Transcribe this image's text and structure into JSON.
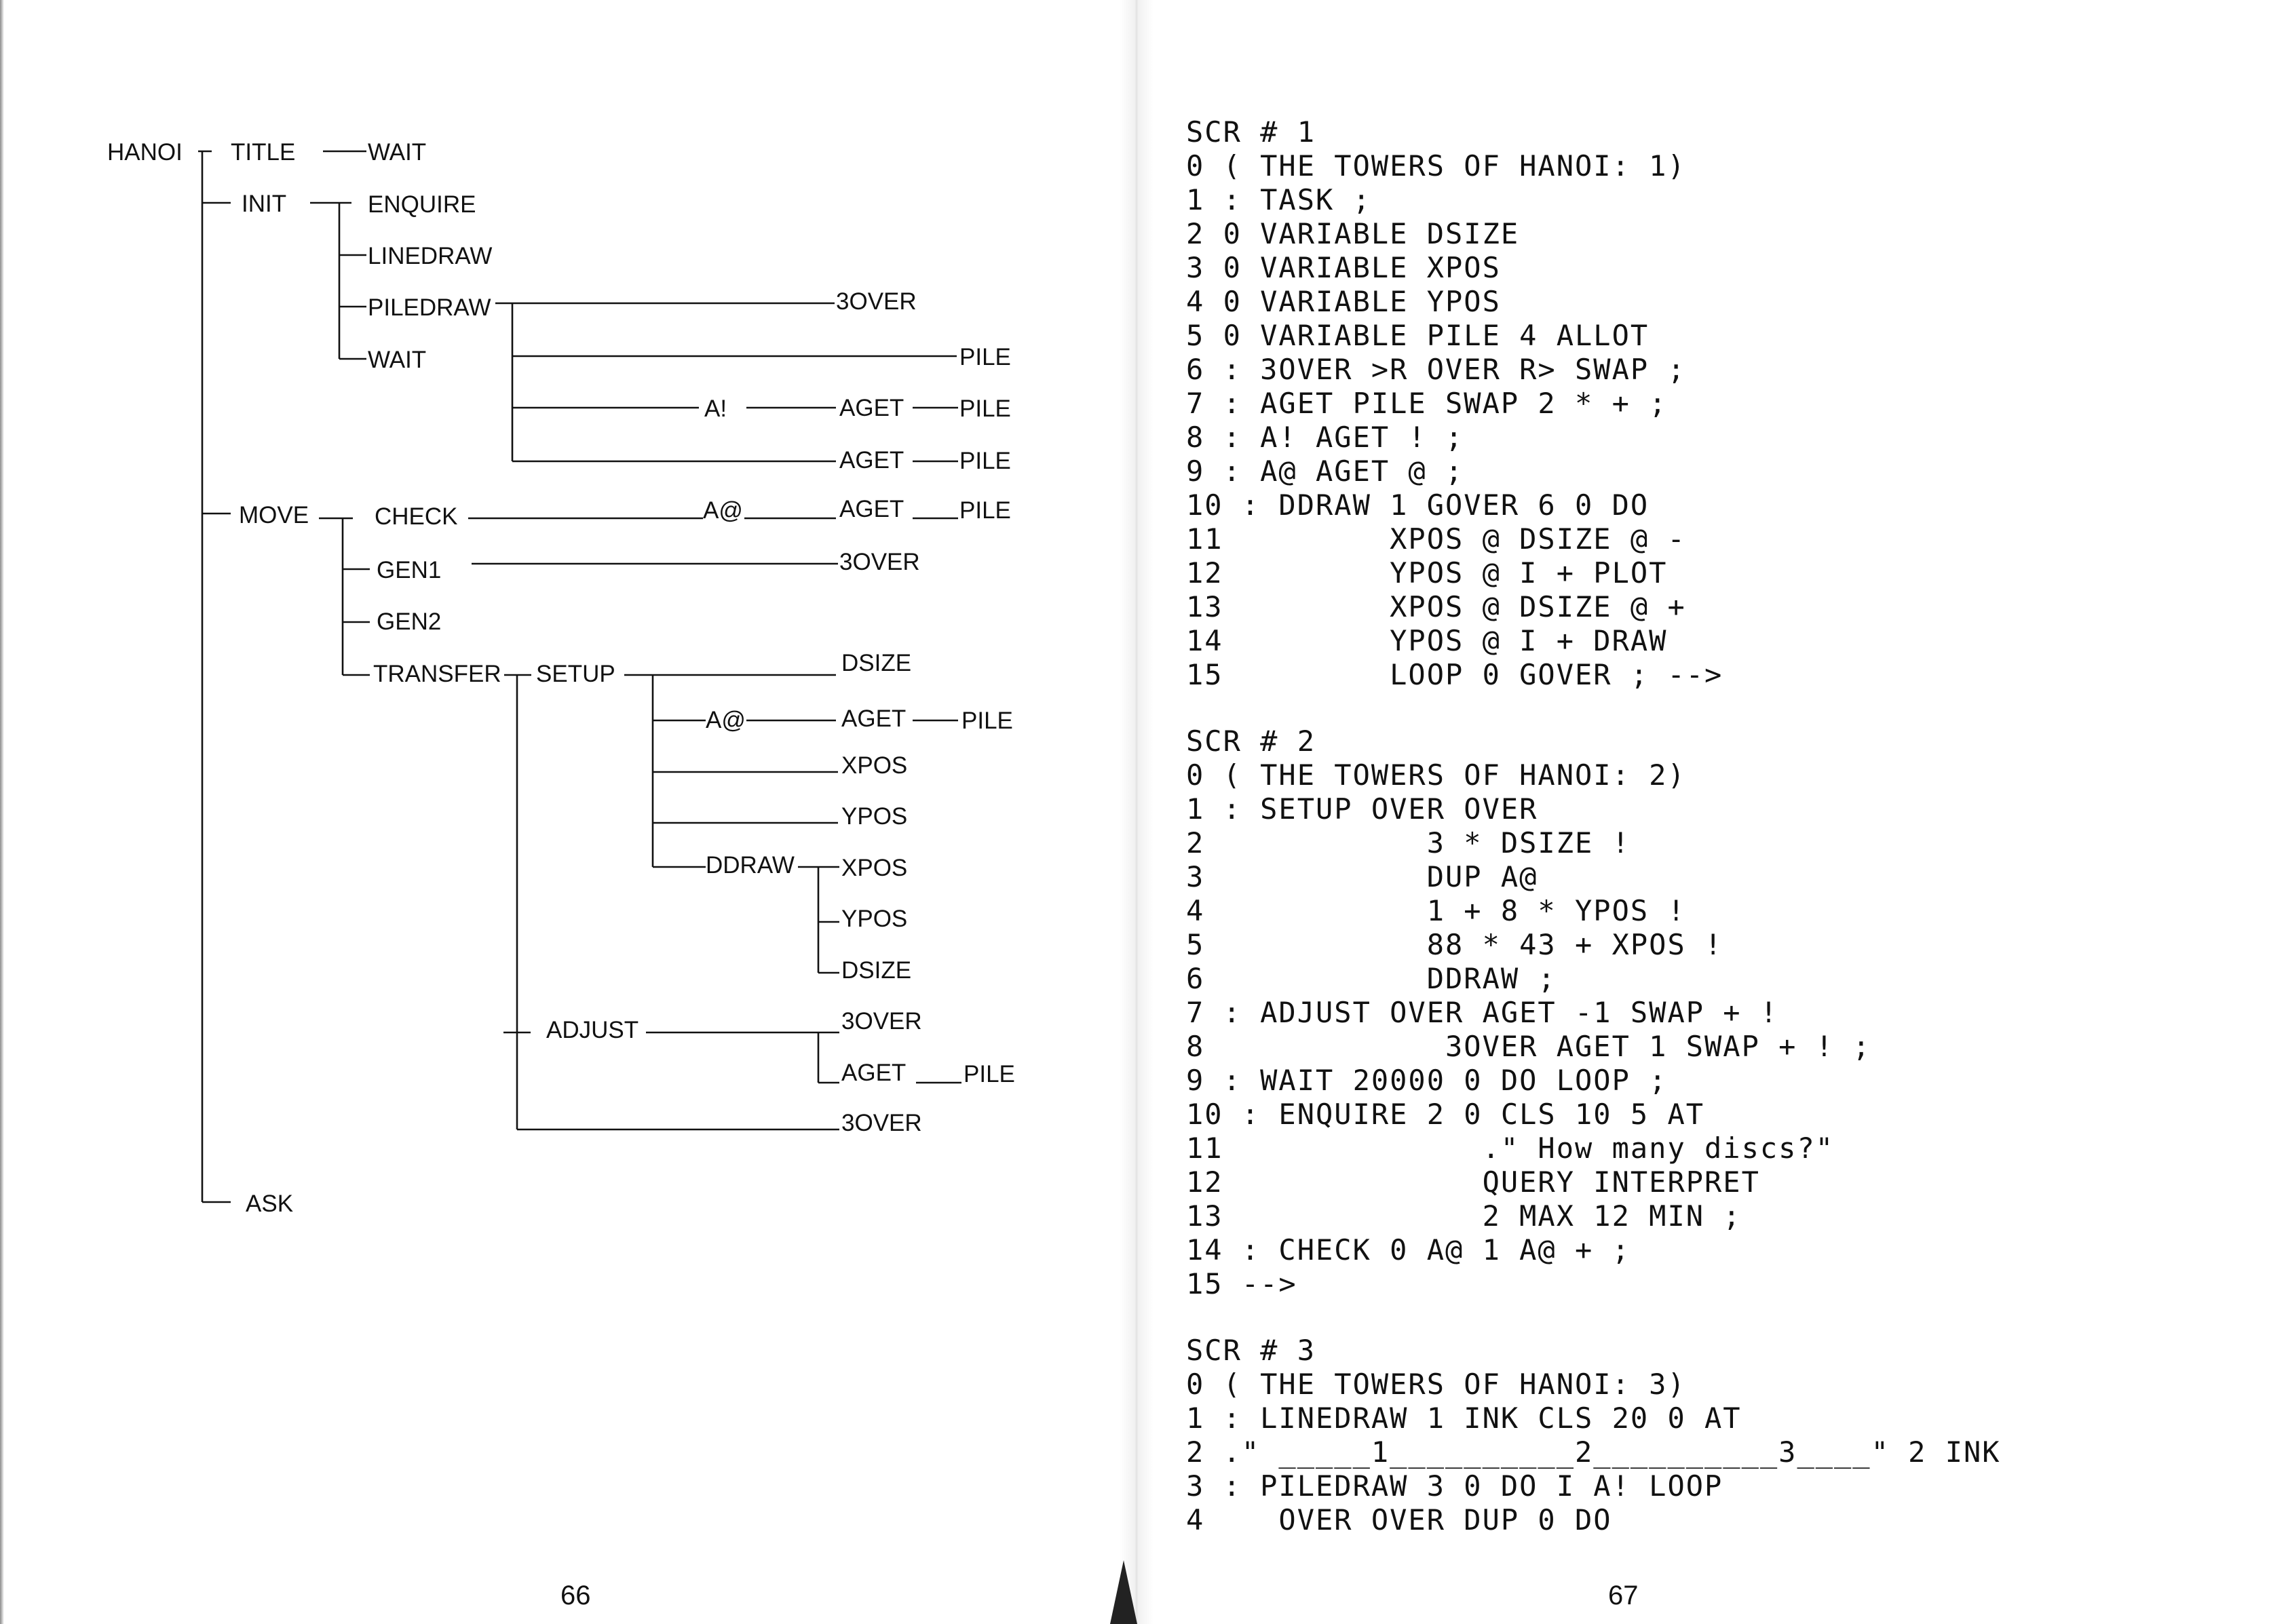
{
  "left_page": {
    "page_number": "66",
    "tree": {
      "root": "HANOI",
      "children": [
        {
          "label": "TITLE",
          "children": [
            {
              "label": "WAIT"
            }
          ]
        },
        {
          "label": "INIT",
          "children": [
            {
              "label": "ENQUIRE"
            },
            {
              "label": "LINEDRAW"
            },
            {
              "label": "PILEDRAW",
              "children": [
                {
                  "label": "3OVER"
                },
                {
                  "label": "PILE"
                },
                {
                  "label": "A!",
                  "children": [
                    {
                      "label": "AGET",
                      "children": [
                        {
                          "label": "PILE"
                        }
                      ]
                    }
                  ]
                },
                {
                  "label": "AGET",
                  "children": [
                    {
                      "label": "PILE"
                    }
                  ]
                }
              ]
            },
            {
              "label": "WAIT"
            }
          ]
        },
        {
          "label": "MOVE",
          "children": [
            {
              "label": "CHECK",
              "children": [
                {
                  "label": "A@",
                  "children": [
                    {
                      "label": "AGET",
                      "children": [
                        {
                          "label": "PILE"
                        }
                      ]
                    }
                  ]
                }
              ]
            },
            {
              "label": "GEN1",
              "children": [
                {
                  "label": "3OVER"
                }
              ]
            },
            {
              "label": "GEN2"
            },
            {
              "label": "TRANSFER",
              "children": [
                {
                  "label": "SETUP",
                  "children": [
                    {
                      "label": "DSIZE"
                    },
                    {
                      "label": "A@",
                      "children": [
                        {
                          "label": "AGET",
                          "children": [
                            {
                              "label": "PILE"
                            }
                          ]
                        }
                      ]
                    },
                    {
                      "label": "XPOS"
                    },
                    {
                      "label": "YPOS"
                    },
                    {
                      "label": "DDRAW",
                      "children": [
                        {
                          "label": "XPOS"
                        },
                        {
                          "label": "YPOS"
                        },
                        {
                          "label": "DSIZE"
                        }
                      ]
                    }
                  ]
                },
                {
                  "label": "ADJUST",
                  "children": [
                    {
                      "label": "3OVER"
                    },
                    {
                      "label": "AGET",
                      "children": [
                        {
                          "label": "PILE"
                        }
                      ]
                    }
                  ]
                },
                {
                  "label": "3OVER"
                }
              ]
            }
          ]
        },
        {
          "label": "ASK"
        }
      ]
    }
  },
  "right_page": {
    "page_number": "67",
    "screens": [
      {
        "heading": "SCR # 1",
        "lines": [
          "0 ( THE TOWERS OF HANOI: 1)",
          "1 : TASK ;",
          "2 0 VARIABLE DSIZE",
          "3 0 VARIABLE XPOS",
          "4 0 VARIABLE YPOS",
          "5 0 VARIABLE PILE 4 ALLOT",
          "6 : 3OVER >R OVER R> SWAP ;",
          "7 : AGET PILE SWAP 2 * + ;",
          "8 : A! AGET ! ;",
          "9 : A@ AGET @ ;",
          "10 : DDRAW 1 GOVER 6 0 DO",
          "11         XPOS @ DSIZE @ -",
          "12         YPOS @ I + PLOT",
          "13         XPOS @ DSIZE @ +",
          "14         YPOS @ I + DRAW",
          "15         LOOP 0 GOVER ; -->"
        ]
      },
      {
        "heading": "SCR # 2",
        "lines": [
          "0 ( THE TOWERS OF HANOI: 2)",
          "1 : SETUP OVER OVER",
          "2            3 * DSIZE !",
          "3            DUP A@",
          "4            1 + 8 * YPOS !",
          "5            88 * 43 + XPOS !",
          "6            DDRAW ;",
          "7 : ADJUST OVER AGET -1 SWAP + !",
          "8             3OVER AGET 1 SWAP + ! ;",
          "9 : WAIT 20000 0 DO LOOP ;",
          "10 : ENQUIRE 2 0 CLS 10 5 AT",
          "11              .\" How many discs?\"",
          "12              QUERY INTERPRET",
          "13              2 MAX 12 MIN ;",
          "14 : CHECK 0 A@ 1 A@ + ;",
          "15 -->"
        ]
      },
      {
        "heading": "SCR # 3",
        "lines": [
          "0 ( THE TOWERS OF HANOI: 3)",
          "1 : LINEDRAW 1 INK CLS 20 0 AT",
          "2 .\" _____1__________2__________3____\" 2 INK",
          "3 : PILEDRAW 3 0 DO I A! LOOP",
          "4    OVER OVER DUP 0 DO"
        ]
      }
    ]
  }
}
